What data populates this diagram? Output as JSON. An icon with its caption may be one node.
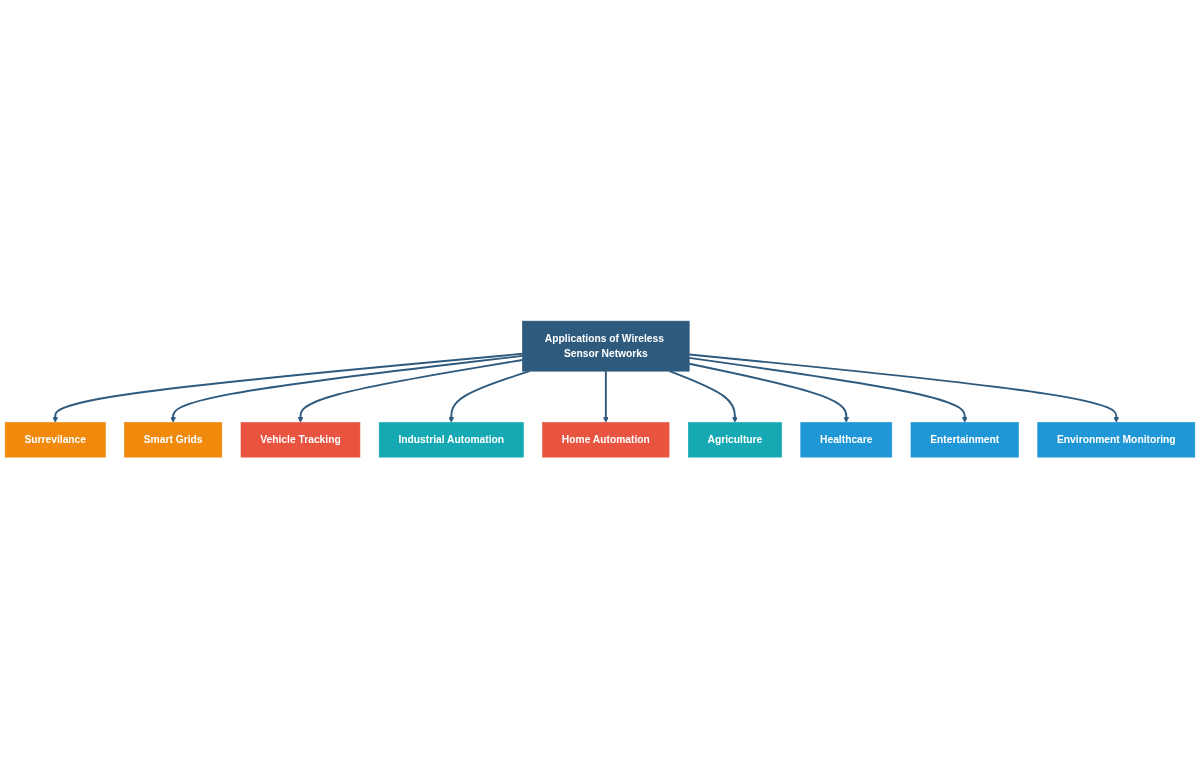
{
  "diagram": {
    "nodes": [
      {
        "text": [
          "Applications of Wireless Sensor Networks"
        ]
      },
      {
        "text": [
          "Surrevilance"
        ]
      },
      {
        "text": [
          "Smart Grids"
        ]
      },
      {
        "text": [
          "Vehicle Tracking"
        ]
      },
      {
        "text": [
          "Industrial Automation"
        ]
      },
      {
        "text": [
          "Home Automation"
        ]
      },
      {
        "text": [
          "Agriculture"
        ]
      },
      {
        "text": [
          "Healthcare"
        ]
      },
      {
        "text": [
          "Entertainment"
        ]
      },
      {
        "text": [
          "Environment Monitoring"
        ]
      }
    ],
    "edges": [
      {
        "from": 0,
        "to": 1,
        "arrow": "to"
      },
      {
        "from": 0,
        "to": 2,
        "arrow": "to"
      },
      {
        "from": 0,
        "to": 3,
        "arrow": "to"
      },
      {
        "from": 0,
        "to": 4,
        "arrow": "to"
      },
      {
        "from": 0,
        "to": 5,
        "arrow": "to"
      },
      {
        "from": 0,
        "to": 6,
        "arrow": "to"
      },
      {
        "from": 0,
        "to": 7,
        "arrow": "to"
      },
      {
        "from": 0,
        "to": 8,
        "arrow": "to"
      },
      {
        "from": 0,
        "to": 9,
        "arrow": "to"
      }
    ]
  }
}
